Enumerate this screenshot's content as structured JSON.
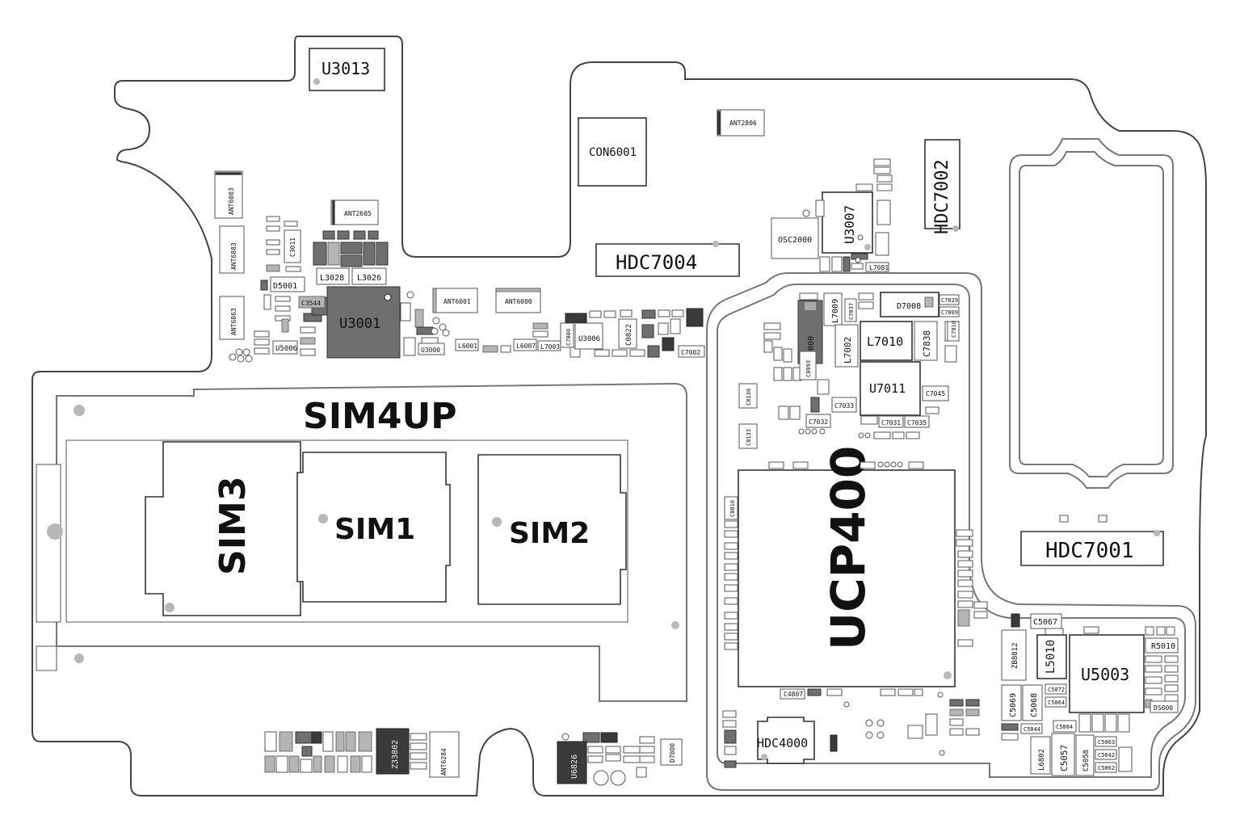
{
  "diagram": {
    "components": {
      "u3013": "U3013",
      "con6001": "CON6001",
      "ant2806": "ANT2806",
      "hdc7002": "HDC7002",
      "osc2000": "OSC2000",
      "u3007": "U3007",
      "hdc7004": "HDC7004",
      "ant6003": "ANT6003",
      "ant2605": "ANT2605",
      "ant6803": "ANT6803",
      "ant6863": "ANT6863",
      "d5001": "D5001",
      "l3028": "L3028",
      "l3026": "L3026",
      "u3001": "U3001",
      "c3544": "C3544",
      "c3011": "C3011",
      "u5006": "U5006",
      "u3000": "U3000",
      "ant6001": "ANT6001",
      "ant6000": "ANT6000",
      "l6001": "L6001",
      "l6007": "L6007",
      "l7003": "L7003",
      "u3006": "U3006",
      "c0822": "C0822",
      "c7002": "C7002",
      "c7000": "C7000",
      "l7081": "L7081",
      "d7008": "D7008",
      "c7029": "C7029",
      "c7009": "C7009",
      "c7010": "C7010",
      "l7009": "L7009",
      "c7037": "C7037",
      "d7000": "D7000",
      "l7002": "L7002",
      "l7010": "L7010",
      "c7838": "C7838",
      "u7011": "U7011",
      "c7045": "C7045",
      "c7033": "C7033",
      "c7032": "C7032",
      "c7031": "C7031",
      "c7035": "C7035",
      "c0993": "C0993",
      "sim4up": "SIM4UP",
      "sim3": "SIM3",
      "sim1": "SIM1",
      "sim2": "SIM2",
      "ucp400": "UCP400",
      "hdc7001": "HDC7001",
      "c5067": "C5067",
      "zb8812": "ZB8812",
      "l5010": "L5010",
      "u5003": "U5003",
      "r5010": "R5010",
      "c5069": "C5069",
      "c5068": "C5068",
      "c5072": "C5072",
      "c5064": "C5064",
      "c5084": "C5084",
      "c5044": "C5044",
      "ds000": "DS000",
      "l6802": "L6802",
      "c5057": "C5057",
      "c5058": "C5058",
      "c5063": "C5063",
      "c5042": "C5042",
      "c5062": "C5062",
      "c4807": "C4807",
      "hdc4000": "HDC4000",
      "z33802": "Z33802",
      "ant6284": "ANT6284",
      "u6826": "U6826",
      "d7800": "D7800",
      "c0816": "C0816",
      "c8130": "C8130",
      "c8133": "C8133"
    }
  }
}
